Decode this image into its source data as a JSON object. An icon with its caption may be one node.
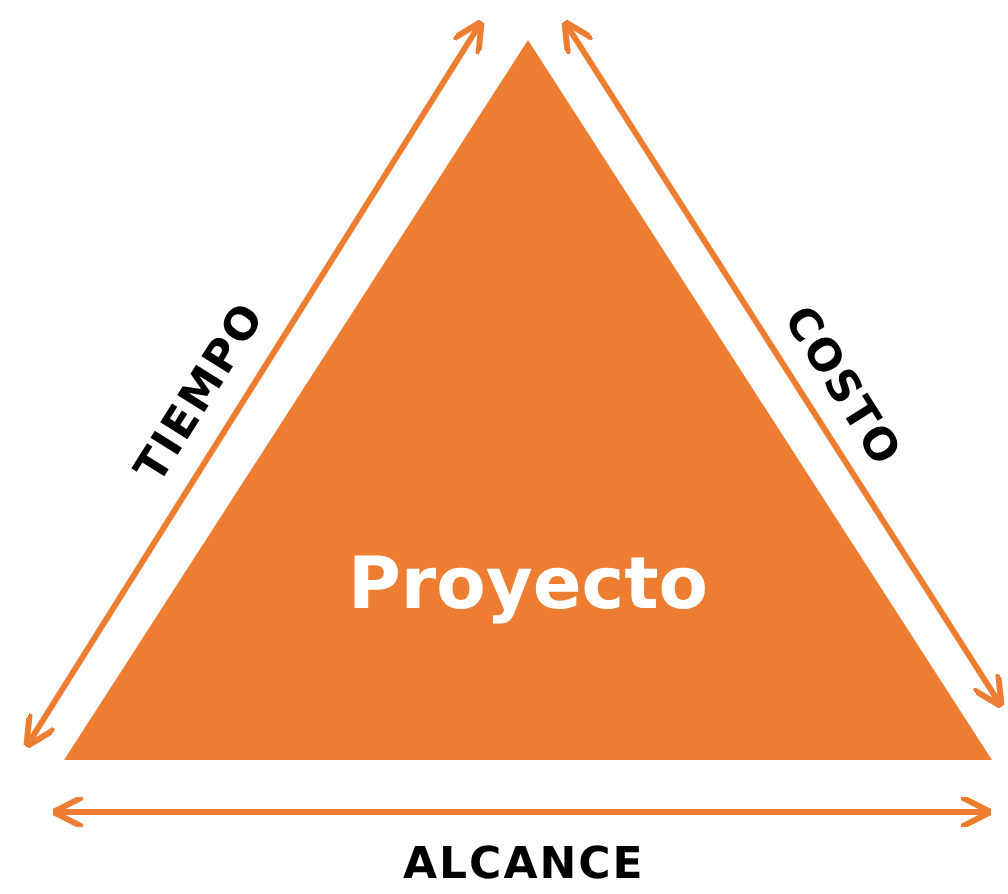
{
  "diagram": {
    "nodes": [
      {
        "text": [
          "Proyecto"
        ]
      }
    ],
    "labels": [
      "TIEMPO",
      "COSTO",
      "ALCANCE"
    ]
  }
}
